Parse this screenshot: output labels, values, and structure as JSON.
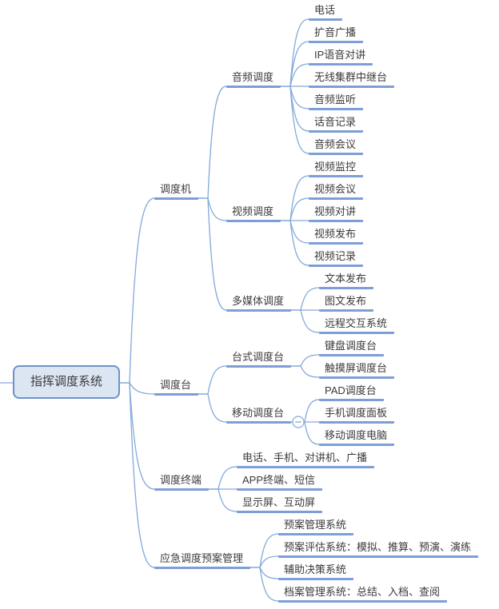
{
  "colors": {
    "line": "#84a9da",
    "underline": "#7b9fd6",
    "text": "#3a3a3a",
    "root_fill": "#dce6f3",
    "root_border": "#6d92cc",
    "background": "#ffffff"
  },
  "tree": {
    "label": "指挥调度系统",
    "children": [
      {
        "label": "调度机",
        "children": [
          {
            "label": "音频调度",
            "children": [
              {
                "label": "电话"
              },
              {
                "label": "扩音广播"
              },
              {
                "label": "IP语音对讲"
              },
              {
                "label": "无线集群中继台"
              },
              {
                "label": "音频监听"
              },
              {
                "label": "话音记录"
              },
              {
                "label": "音频会议"
              }
            ]
          },
          {
            "label": "视频调度",
            "children": [
              {
                "label": "视频监控"
              },
              {
                "label": "视频会议"
              },
              {
                "label": "视频对讲"
              },
              {
                "label": "视频发布"
              },
              {
                "label": "视频记录"
              }
            ]
          },
          {
            "label": "多媒体调度",
            "children": [
              {
                "label": "文本发布"
              },
              {
                "label": "图文发布"
              },
              {
                "label": "远程交互系统"
              }
            ]
          }
        ]
      },
      {
        "label": "调度台",
        "children": [
          {
            "label": "台式调度台",
            "children": [
              {
                "label": "键盘调度台"
              },
              {
                "label": "触摸屏调度台"
              }
            ]
          },
          {
            "label": "移动调度台",
            "collapse_handle": "minus",
            "children": [
              {
                "label": "PAD调度台"
              },
              {
                "label": "手机调度面板"
              },
              {
                "label": "移动调度电脑"
              }
            ]
          }
        ]
      },
      {
        "label": "调度终端",
        "children": [
          {
            "label": "电话、手机、对讲机、广播"
          },
          {
            "label": "APP终端、短信"
          },
          {
            "label": "显示屏、互动屏"
          }
        ]
      },
      {
        "label": "应急调度预案管理",
        "children": [
          {
            "label": "预案管理系统"
          },
          {
            "label": "预案评估系统：模拟、推算、预演、演练"
          },
          {
            "label": "辅助决策系统"
          },
          {
            "label": "档案管理系统：总结、入档、查阅"
          }
        ]
      }
    ]
  }
}
